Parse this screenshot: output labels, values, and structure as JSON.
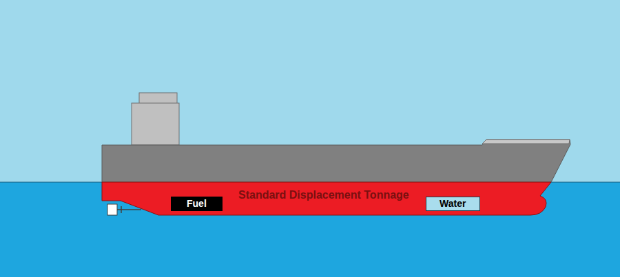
{
  "diagram": {
    "nodes": [
      {
        "text": [
          "Standard Displacement Tonnage"
        ]
      },
      {
        "text": [
          "Fuel"
        ],
        "in": 0
      },
      {
        "text": [
          "Water"
        ],
        "in": 0
      }
    ]
  }
}
